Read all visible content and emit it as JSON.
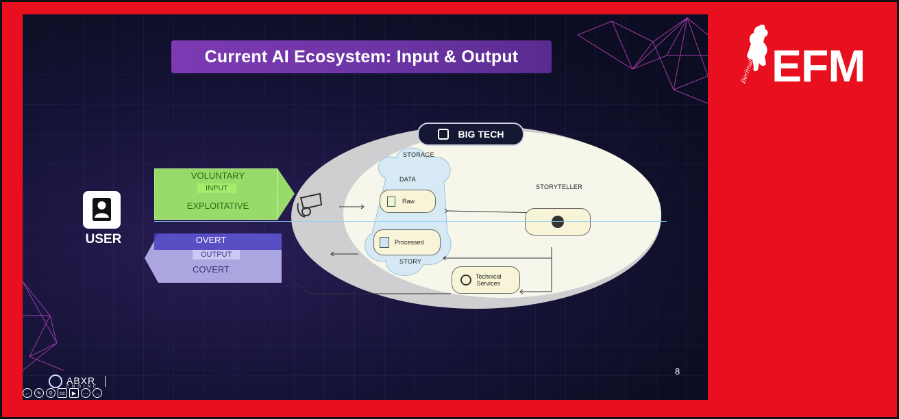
{
  "slide": {
    "title": "Current AI Ecosystem: Input & Output",
    "page_number": "8"
  },
  "user": {
    "label": "USER"
  },
  "input_arrow": {
    "top": "VOLUNTARY",
    "middle": "INPUT",
    "bottom": "EXPLOITATIVE"
  },
  "output_arrow": {
    "top": "OVERT",
    "middle": "OUTPUT",
    "bottom": "COVERT"
  },
  "bigtech": {
    "label": "BIG TECH",
    "storage_label": "STORAGE",
    "data_label": "DATA",
    "story_label": "STORY",
    "storyteller_label": "STORYTELLER",
    "raw_label": "Raw",
    "processed_label": "Processed",
    "technical_label_1": "Technical",
    "technical_label_2": "Services"
  },
  "brand": {
    "name": "ABXR",
    "sub": "ENGINE"
  },
  "controls": [
    "back",
    "edit",
    "zoom",
    "cc",
    "video",
    "more",
    "next"
  ],
  "efm": {
    "text": "EFM",
    "accent": "#e8101f"
  },
  "colors": {
    "input_green": "#a3ec6e",
    "output_purple": "#cbc8f5",
    "title_bar": "#7d3ab3",
    "outer_red": "#e8101f"
  }
}
